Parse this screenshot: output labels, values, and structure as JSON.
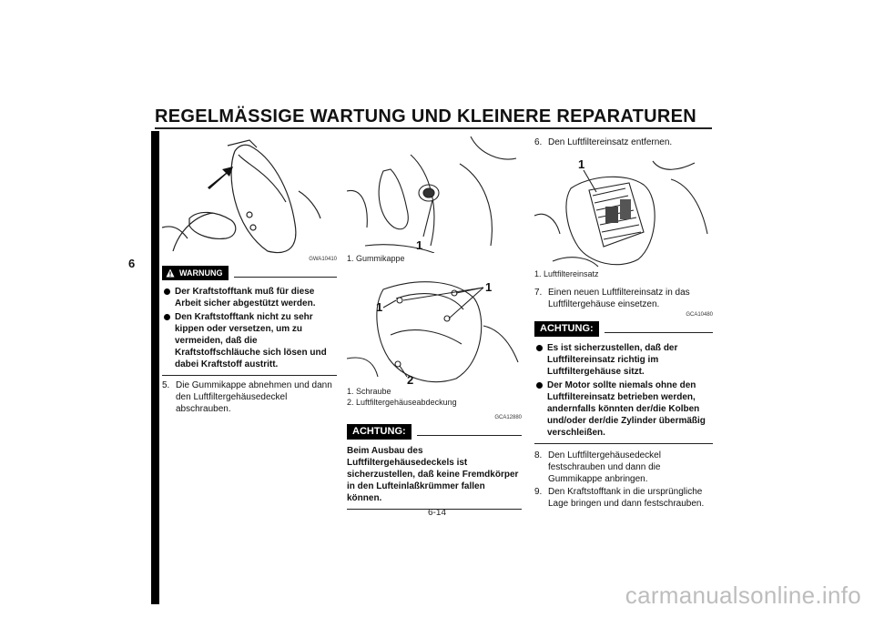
{
  "header": {
    "title": "REGELMÄSSIGE WARTUNG UND KLEINERE REPARATUREN",
    "chapter": "6"
  },
  "col1": {
    "figure_code": "GWA10410",
    "warning": {
      "label": "WARNUNG",
      "items": [
        "Der Kraftstofftank muß für diese Arbeit sicher abgestützt werden.",
        "Den Kraftstofftank nicht zu sehr kippen oder versetzen, um zu vermeiden, daß die Kraftstoffschläuche sich lösen und dabei Kraftstoff austritt."
      ]
    },
    "steps": [
      {
        "num": "5.",
        "text": "Die Gummikappe abnehmen und dann den Luftfiltergehäusedeckel abschrauben."
      }
    ]
  },
  "col2": {
    "fig1": {
      "callout": "1",
      "captions": [
        "1. Gummikappe"
      ]
    },
    "fig2": {
      "callout_a": "1",
      "callout_b": "1",
      "callout_c": "2",
      "captions": [
        "1. Schraube",
        "2. Luftfiltergehäuseabdeckung"
      ]
    },
    "caution": {
      "code": "GCA12880",
      "label": "ACHTUNG:",
      "text": "Beim Ausbau des Luftfiltergehäusedeckels ist sicherzustellen, daß keine Fremdkörper in den Lufteinlaßkrümmer fallen können."
    }
  },
  "col3": {
    "steps_top": [
      {
        "num": "6.",
        "text": "Den Luftfiltereinsatz entfernen."
      }
    ],
    "fig": {
      "callout": "1",
      "captions": [
        "1. Luftfiltereinsatz"
      ]
    },
    "steps_mid": [
      {
        "num": "7.",
        "text": "Einen neuen Luftfiltereinsatz in das Luftfiltergehäuse einsetzen."
      }
    ],
    "caution": {
      "code": "GCA10480",
      "label": "ACHTUNG:",
      "items": [
        "Es ist sicherzustellen, daß der Luftfiltereinsatz richtig im Luftfiltergehäuse sitzt.",
        "Der Motor sollte niemals ohne den Luftfiltereinsatz betrieben werden, andernfalls könnten der/die Kolben und/oder der/die Zylinder übermäßig verschleißen."
      ]
    },
    "steps_bottom": [
      {
        "num": "8.",
        "text": "Den Luftfiltergehäusedeckel festschrauben und dann die Gummikappe anbringen."
      },
      {
        "num": "9.",
        "text": "Den Kraftstofftank in die ursprüngliche Lage bringen und dann festschrauben."
      }
    ]
  },
  "footer": {
    "page": "6-14",
    "watermark": "carmanualsonline.info"
  }
}
